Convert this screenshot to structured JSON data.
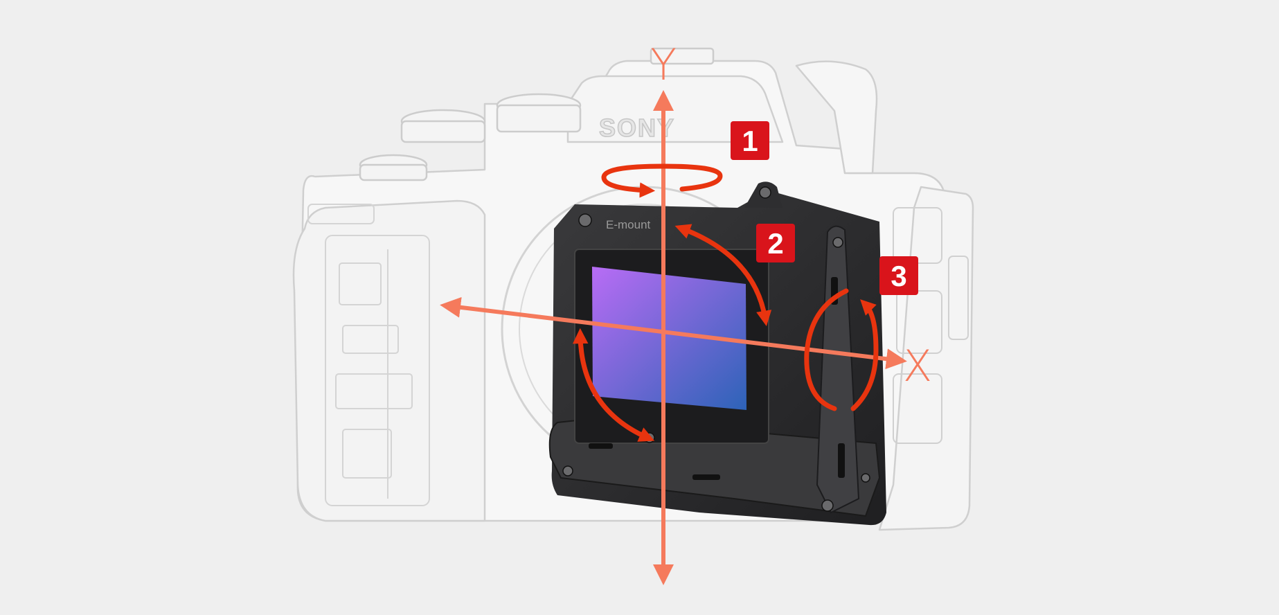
{
  "diagram": {
    "brand": "SONY",
    "mount_label": "E-mount",
    "axes": {
      "y_label": "Y",
      "x_label": "X"
    },
    "rotation_badges": [
      {
        "number": "1"
      },
      {
        "number": "2"
      },
      {
        "number": "3"
      }
    ],
    "colors": {
      "background": "#efefef",
      "axis_arrow": "#f57a5c",
      "rotation_arrow": "#e8340f",
      "badge": "#d9141b",
      "badge_text": "#ffffff",
      "sensor_gradient_start": "#b86cf5",
      "sensor_gradient_end": "#2d63b8",
      "mechanism": "#2c2c2e",
      "camera_outline": "#c9c9c9"
    }
  }
}
